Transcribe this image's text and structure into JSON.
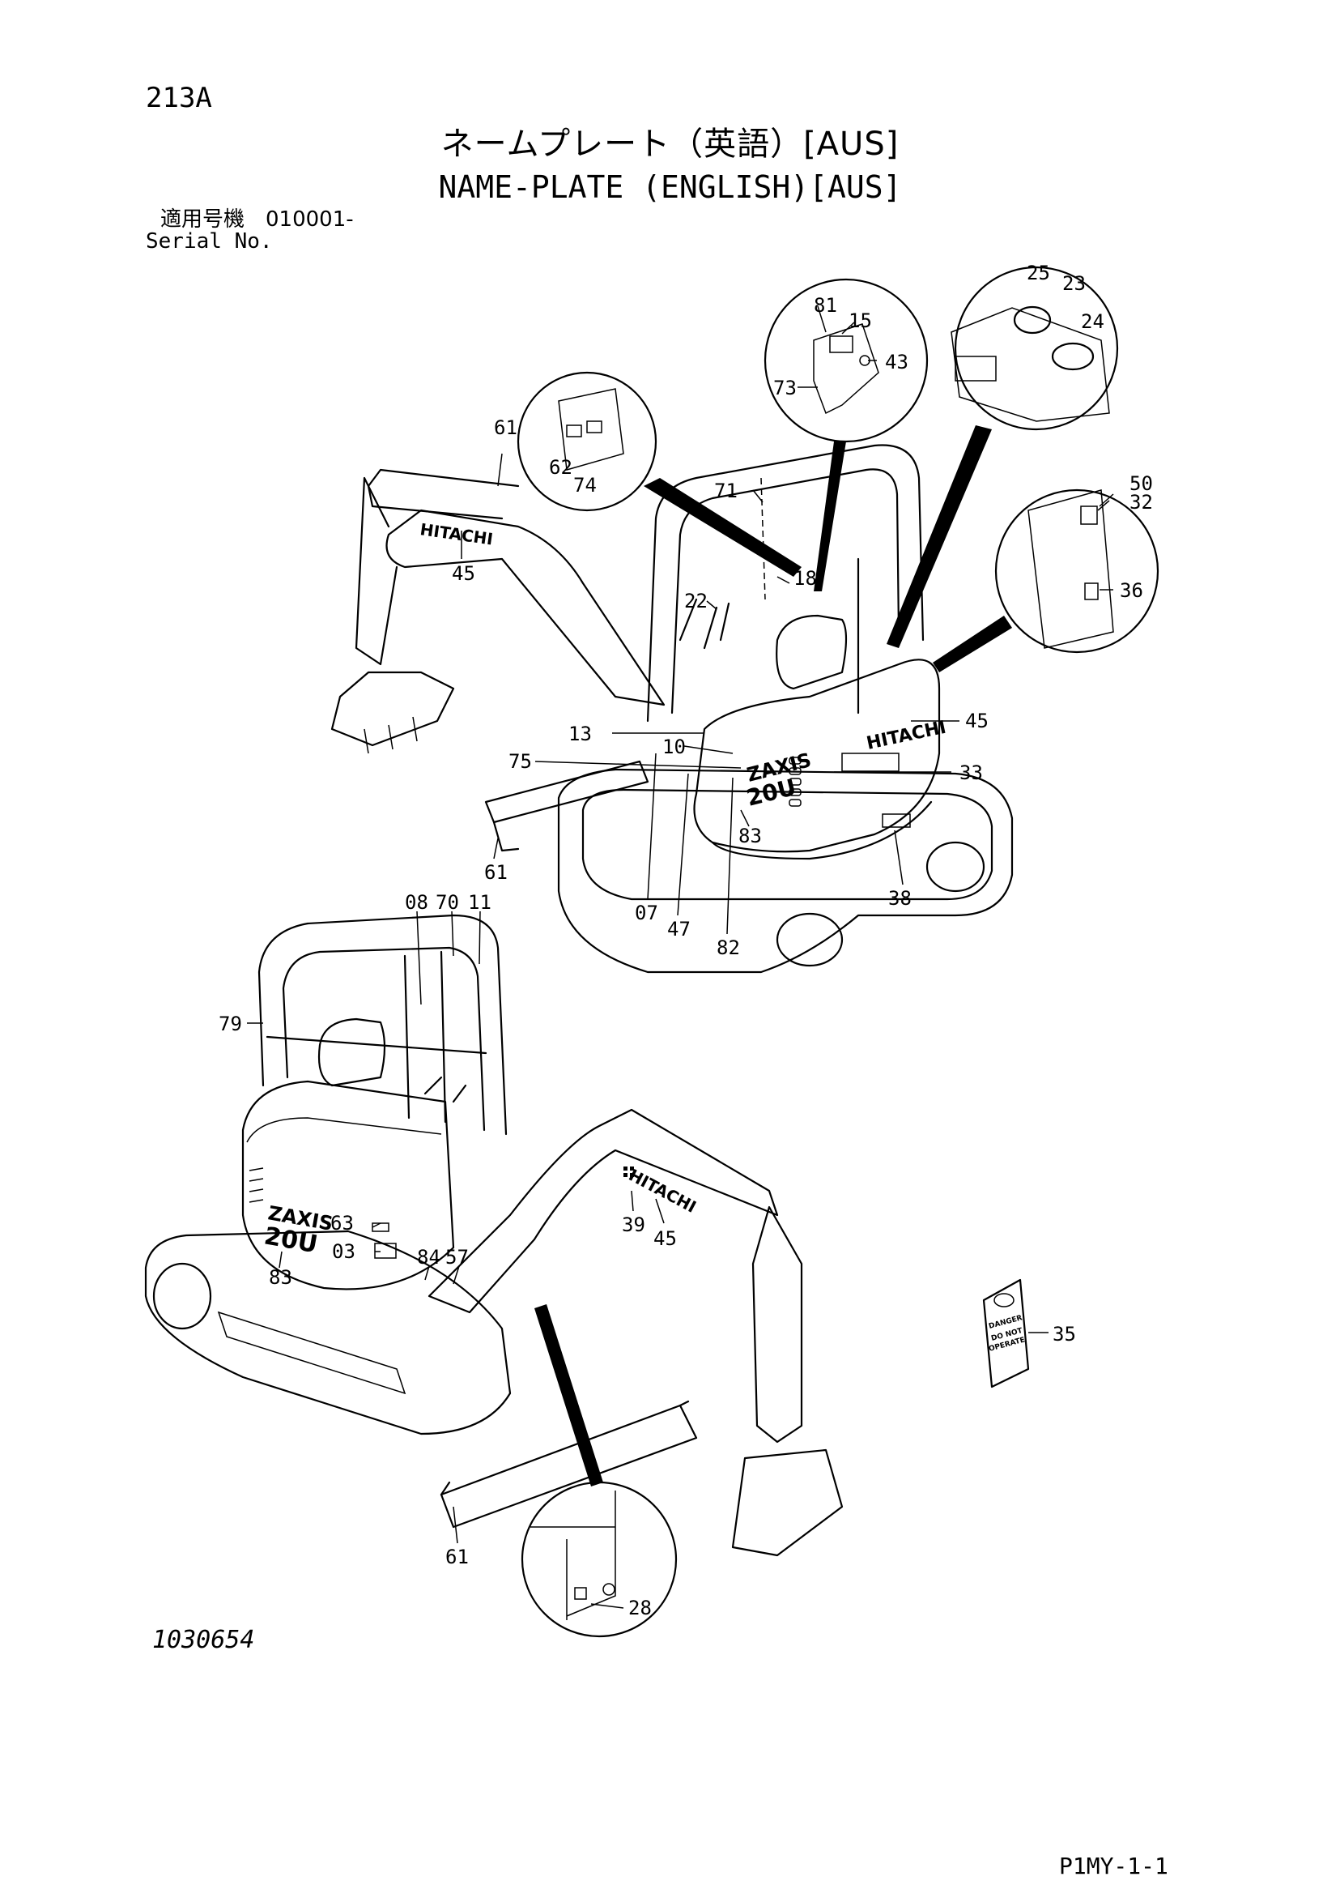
{
  "header": {
    "page_code": "213A",
    "title_jp": "ネームプレート（英語）[AUS]",
    "title_en": "NAME-PLATE (ENGLISH)[AUS]",
    "serial_label_jp": "適用号機　010001-",
    "serial_label_en": "Serial No."
  },
  "footer": {
    "drawing_number": "1030654",
    "page_ref": "P1MY-1-1"
  },
  "brand": {
    "hitachi": "HITACHI",
    "model_line1": "ZAXIS",
    "model_line2": "20U",
    "tag_line1": "DANGER",
    "tag_line2": "DO NOT",
    "tag_line3": "OPERATE"
  },
  "callouts": {
    "c61a": "61",
    "c62": "62",
    "c74": "74",
    "c45a": "45",
    "c81": "81",
    "c15": "15",
    "c43": "43",
    "c73": "73",
    "c25": "25",
    "c23": "23",
    "c24": "24",
    "c50": "50",
    "c32": "32",
    "c36": "36",
    "c71": "71",
    "c18": "18",
    "c22": "22",
    "c13": "13",
    "c10": "10",
    "c75": "75",
    "c45b": "45",
    "c33": "33",
    "c83a": "83",
    "c61b": "61",
    "c38": "38",
    "c07": "07",
    "c47": "47",
    "c82": "82",
    "c08": "08",
    "c70": "70",
    "c11": "11",
    "c79": "79",
    "c63": "63",
    "c84": "84",
    "c57": "57",
    "c03": "03",
    "c83b": "83",
    "c39": "39",
    "c45c": "45",
    "c35": "35",
    "c61c": "61",
    "c28": "28"
  }
}
